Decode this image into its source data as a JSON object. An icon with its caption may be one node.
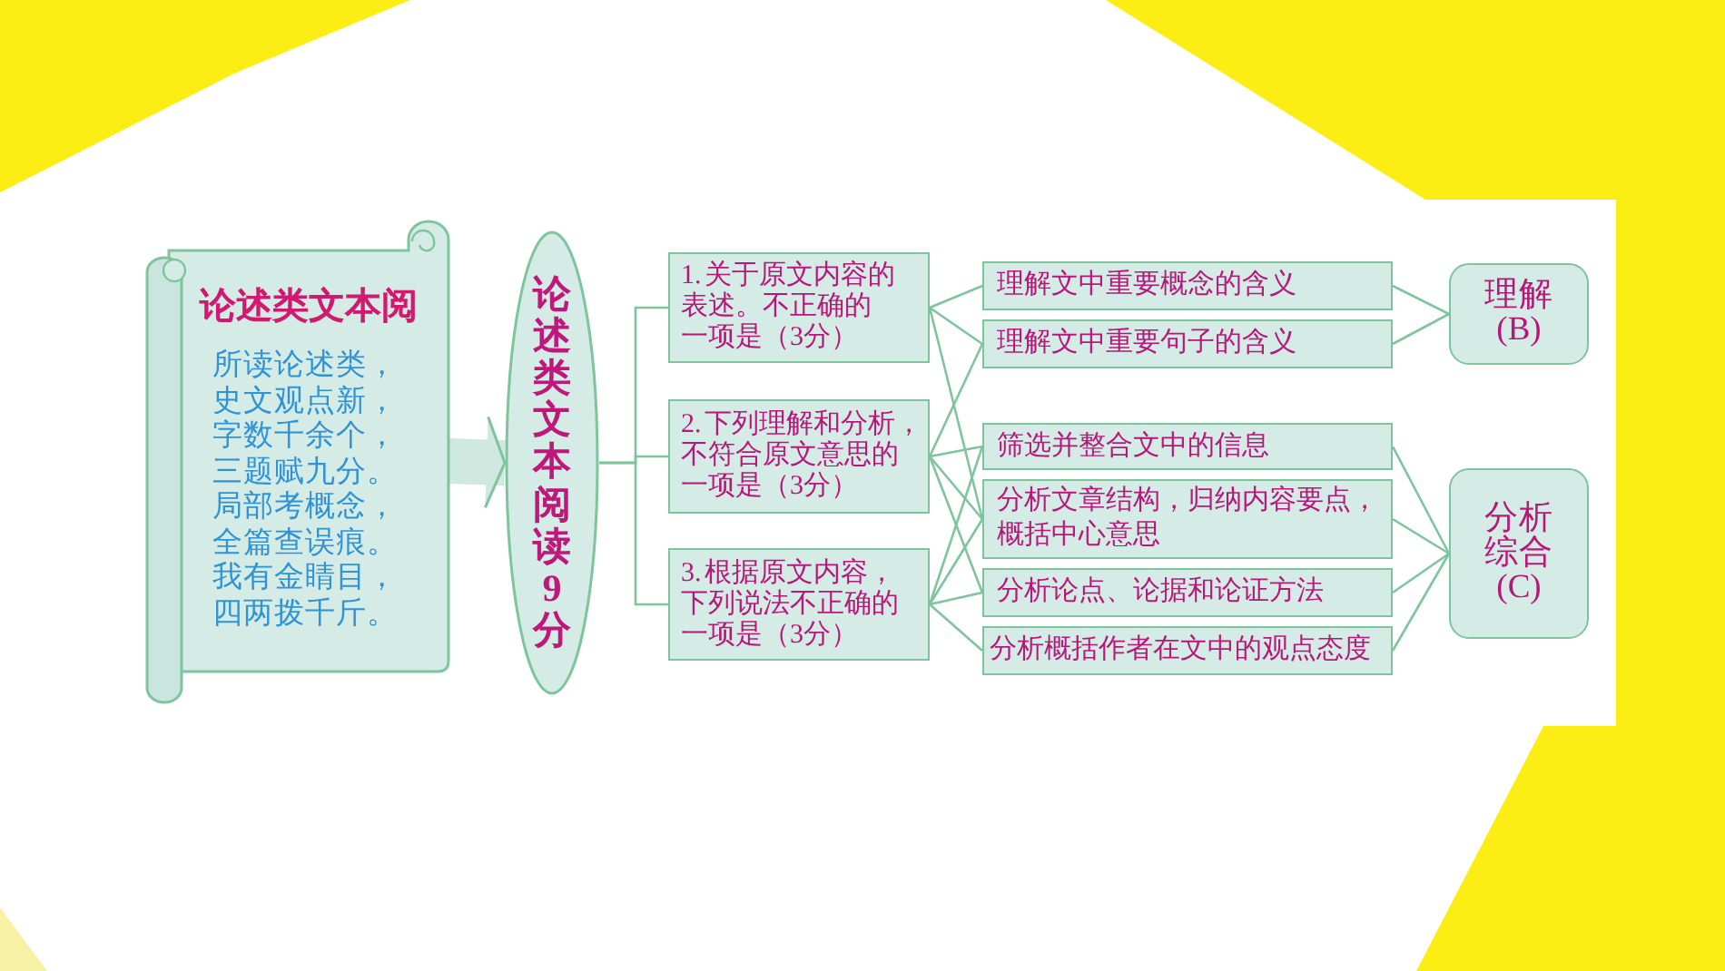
{
  "diagram": {
    "nodes": [
      {
        "text": [
          "论述类文本阅",
          "所读论述类，史文观点新，字数千余个，三题赋九分。局部考概念，全篇查误痕。我有金睛目，四两拨千斤。"
        ]
      },
      {
        "text": [
          "论述类文本阅读9分"
        ]
      },
      {
        "text": [
          "1. 关于原文内容的表述。不正确的一项是（3分）"
        ]
      },
      {
        "text": [
          "2. 下列理解和分析，不符合原文意思的一项是（3分）"
        ]
      },
      {
        "text": [
          "3. 根据原文内容，下列说法不正确的一项是（3分）"
        ]
      },
      {
        "text": [
          "理解文中重要概念的含义"
        ]
      },
      {
        "text": [
          "理解文中重要句子的含义"
        ]
      },
      {
        "text": [
          "筛选并整合文中的信息"
        ]
      },
      {
        "text": [
          "分析文章结构，归纳内容要点，概括中心意思"
        ]
      },
      {
        "text": [
          "分析论点、论据和论证方法"
        ]
      },
      {
        "text": [
          "分析概括作者在文中的观点态度"
        ]
      },
      {
        "text": [
          "理解(B)"
        ]
      },
      {
        "text": [
          "分析综合(C)"
        ]
      }
    ],
    "edges": [
      {
        "from": 0,
        "to": 1,
        "arrow": "to",
        "style": "thick"
      },
      {
        "from": 1,
        "to": 2,
        "arrow": "none"
      },
      {
        "from": 1,
        "to": 3,
        "arrow": "none"
      },
      {
        "from": 1,
        "to": 4,
        "arrow": "none"
      },
      {
        "from": 2,
        "to": 5,
        "arrow": "none"
      },
      {
        "from": 2,
        "to": 6,
        "arrow": "none"
      },
      {
        "from": 2,
        "to": 8,
        "arrow": "none"
      },
      {
        "from": 3,
        "to": 6,
        "arrow": "none"
      },
      {
        "from": 3,
        "to": 7,
        "arrow": "none"
      },
      {
        "from": 3,
        "to": 8,
        "arrow": "none"
      },
      {
        "from": 3,
        "to": 9,
        "arrow": "none"
      },
      {
        "from": 4,
        "to": 7,
        "arrow": "none"
      },
      {
        "from": 4,
        "to": 8,
        "arrow": "none"
      },
      {
        "from": 4,
        "to": 9,
        "arrow": "none"
      },
      {
        "from": 4,
        "to": 10,
        "arrow": "none"
      },
      {
        "from": 5,
        "to": 11,
        "arrow": "none"
      },
      {
        "from": 6,
        "to": 11,
        "arrow": "none"
      },
      {
        "from": 7,
        "to": 12,
        "arrow": "none"
      },
      {
        "from": 8,
        "to": 12,
        "arrow": "none"
      },
      {
        "from": 9,
        "to": 12,
        "arrow": "none"
      },
      {
        "from": 10,
        "to": 12,
        "arrow": "none"
      }
    ]
  }
}
